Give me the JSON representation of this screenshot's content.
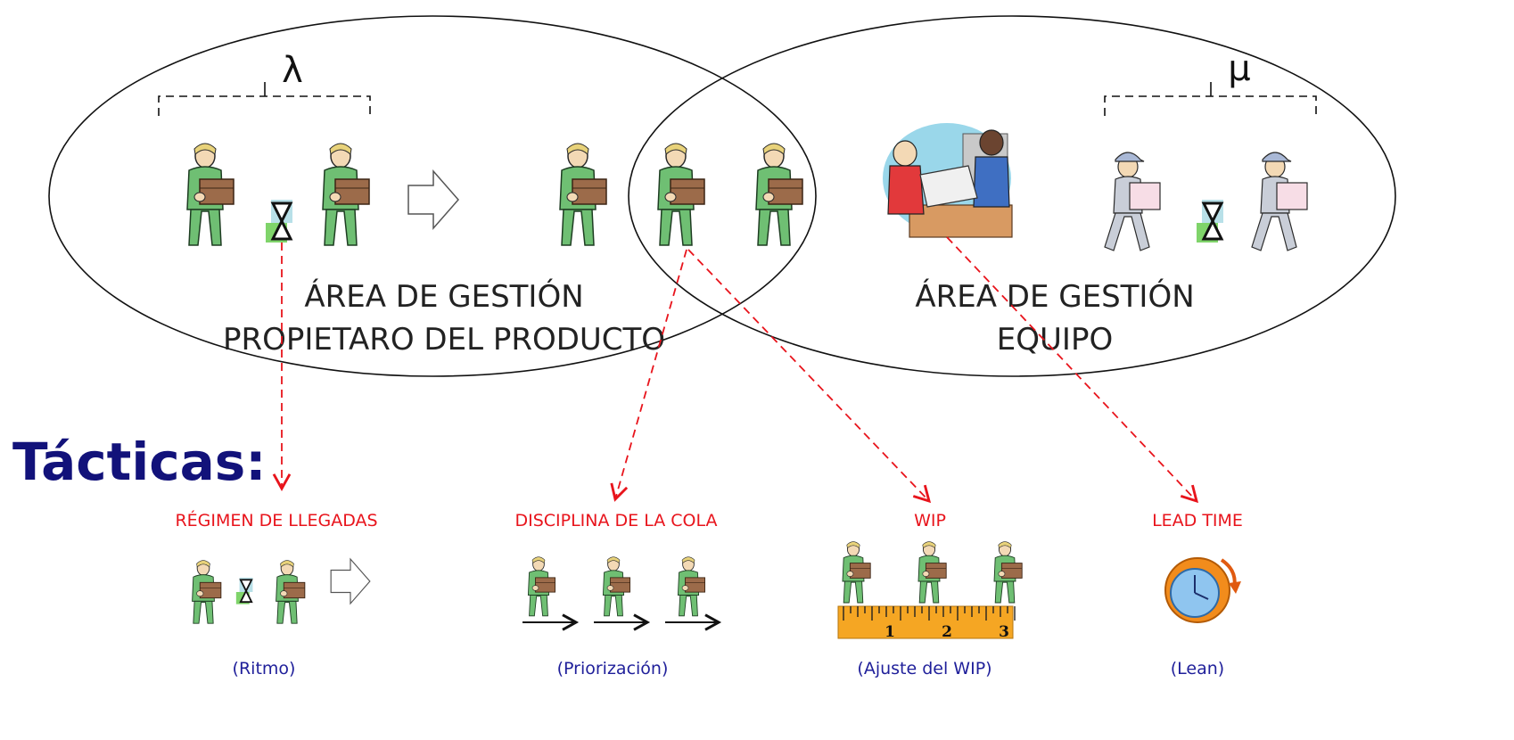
{
  "symbols": {
    "arrival_rate": "λ",
    "service_rate": "μ"
  },
  "areas": {
    "product_owner": {
      "line1": "ÁREA DE GESTIÓN",
      "line2": "PROPIETARO DEL PRODUCTO"
    },
    "team": {
      "line1": "ÁREA DE GESTIÓN",
      "line2": "EQUIPO"
    }
  },
  "tactics_heading": "Tácticas:",
  "tactics": [
    {
      "title": "RÉGIMEN DE LLEGADAS",
      "caption": "(Ritmo)"
    },
    {
      "title": "DISCIPLINA DE LA COLA",
      "caption": "(Priorización)"
    },
    {
      "title": "WIP",
      "caption": "(Ajuste del WIP)"
    },
    {
      "title": "LEAD TIME",
      "caption": "(Lean)"
    }
  ],
  "ruler_marks": [
    "1",
    "2",
    "3"
  ],
  "colors": {
    "tactic_title": "#e8141c",
    "caption": "#1f1f9a",
    "heading": "#12127a",
    "dashed_arrow": "#e8141c",
    "worker_body": "#6fbf73",
    "box": "#9c6b4a",
    "ruler": "#f5a623"
  },
  "icons": [
    "person-with-box-icon",
    "hourglass-icon",
    "hollow-arrow-icon",
    "office-workers-icon",
    "delivery-workers-icon",
    "ruler-icon",
    "stopwatch-icon",
    "right-arrow-icon"
  ]
}
